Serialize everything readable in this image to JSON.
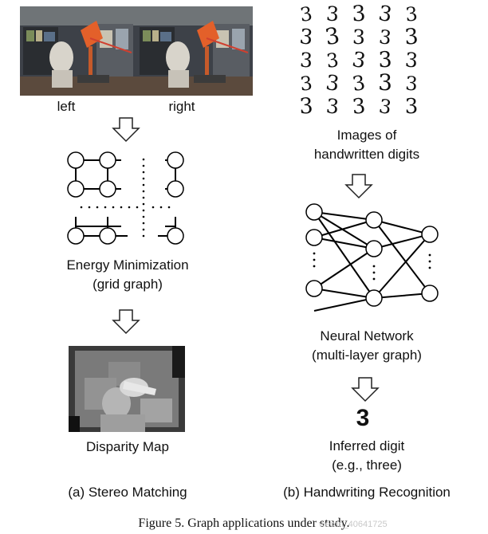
{
  "stereo": {
    "left_label": "left",
    "right_label": "right",
    "energy_title": "Energy Minimization",
    "energy_sub": "(grid graph)",
    "disparity_label": "Disparity Map",
    "caption": "(a) Stereo Matching"
  },
  "handwriting": {
    "digit_glyph": "3",
    "images_title": "Images of",
    "images_sub": "handwritten digits",
    "nn_title": "Neural Network",
    "nn_sub": "(multi-layer graph)",
    "inferred_digit": "3",
    "inferred_title": "Inferred digit",
    "inferred_sub": "(e.g., three)",
    "caption": "(b) Handwriting Recognition"
  },
  "figure_caption": "Figure 5. Graph applications under study.",
  "watermark": "weixin_40641725"
}
